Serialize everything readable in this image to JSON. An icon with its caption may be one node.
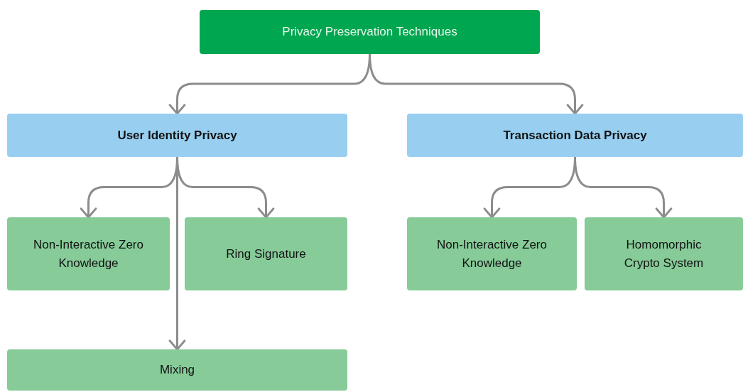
{
  "diagram": {
    "nodes": [
      {
        "text": [
          "Privacy Preservation Techniques"
        ]
      },
      {
        "text": [
          "User Identity Privacy"
        ]
      },
      {
        "text": [
          "Transaction Data Privacy"
        ]
      },
      {
        "text": [
          "Non-Interactive Zero Knowledge"
        ]
      },
      {
        "text": [
          "Ring Signature"
        ]
      },
      {
        "text": [
          "Non-Interactive Zero Knowledge"
        ]
      },
      {
        "text": [
          "Homomorphic Crypto System"
        ]
      },
      {
        "text": [
          "Mixing"
        ]
      }
    ],
    "edges": [
      {
        "from": 0,
        "to": 1,
        "arrow": "to"
      },
      {
        "from": 0,
        "to": 2,
        "arrow": "to"
      },
      {
        "from": 1,
        "to": 3,
        "arrow": "to"
      },
      {
        "from": 1,
        "to": 4,
        "arrow": "to"
      },
      {
        "from": 1,
        "to": 7,
        "arrow": "to"
      },
      {
        "from": 2,
        "to": 5,
        "arrow": "to"
      },
      {
        "from": 2,
        "to": 6,
        "arrow": "to"
      }
    ]
  }
}
